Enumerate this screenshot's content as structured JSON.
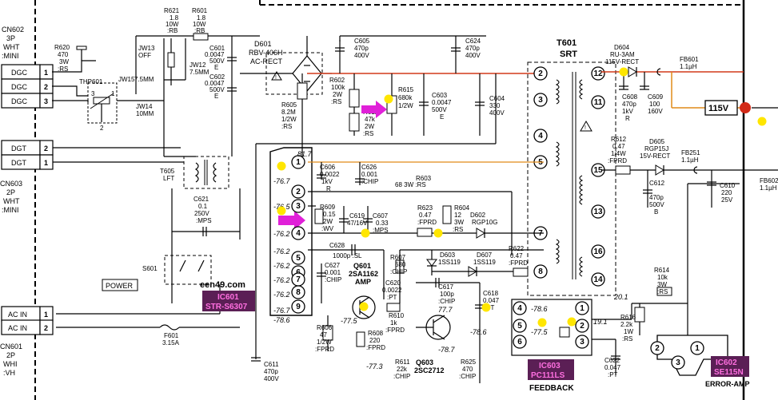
{
  "connectors": {
    "cn602": {
      "ref": "CN602",
      "pins": "3P",
      "color": "WHT",
      "type": ":MINI"
    },
    "cn603": {
      "ref": "CN603",
      "pins": "2P",
      "color": "WHT",
      "type": ":MINI"
    },
    "cn601": {
      "ref": "CN601",
      "pins": "2P",
      "color": "WHI",
      "type": ":VH"
    },
    "rows": [
      {
        "label": "DGC",
        "pin": "1"
      },
      {
        "label": "DGC",
        "pin": "2"
      },
      {
        "label": "DGC",
        "pin": "3"
      },
      {
        "label": "DGT",
        "pin": "2"
      },
      {
        "label": "DGT",
        "pin": "1"
      },
      {
        "label": "AC IN",
        "pin": "1"
      },
      {
        "label": "AC IN",
        "pin": "2"
      }
    ]
  },
  "components": {
    "r620": {
      "ref": "R620",
      "v1": "470",
      "v2": "3W",
      "v3": ":RS"
    },
    "thp601": {
      "ref": "THP601"
    },
    "jw13": {
      "ref": "JW13",
      "v1": "OFF"
    },
    "r621": {
      "ref": "R621",
      "v1": "1.8",
      "v2": "10W",
      "v3": ":RB"
    },
    "r601": {
      "ref": "R601",
      "v1": "1.8",
      "v2": "10W",
      "v3": ":RB"
    },
    "jw12": {
      "ref": "JW12",
      "v1": "7.5MM"
    },
    "jw15": {
      "ref": "JW15",
      "v1": "7.5MM"
    },
    "jw14": {
      "ref": "JW14",
      "v1": "10MM"
    },
    "c601": {
      "ref": "C601",
      "v1": "0.0047",
      "v2": "500V",
      "v3": "E"
    },
    "c602": {
      "ref": "C602",
      "v1": "0.0047",
      "v2": "500V",
      "v3": "E"
    },
    "d601": {
      "ref": "D601",
      "v1": "RBV-406H",
      "v2": "AC-RECT"
    },
    "c605": {
      "ref": "C605",
      "v1": "470p",
      "v2": "400V"
    },
    "c624": {
      "ref": "C624",
      "v1": "470p",
      "v2": "400V"
    },
    "r602": {
      "ref": "R602",
      "v1": "100k",
      "v2": "2W",
      "v3": ":RS"
    },
    "r605": {
      "ref": "R605",
      "v1": "8.2M",
      "v2": "1/2W",
      "v3": ":RS"
    },
    "r615": {
      "ref": "R615",
      "v1": "680k",
      "v2": "1/2W"
    },
    "r611": {
      "ref": "R611",
      "v1": "47k",
      "v2": "2W",
      "v3": ":RS"
    },
    "c603": {
      "ref": "C603",
      "v1": "0.0047",
      "v2": "500V",
      "v3": "E"
    },
    "c604": {
      "ref": "C604",
      "v1": "330",
      "v2": "400V"
    },
    "t601": {
      "ref": "T601",
      "v1": "SRT"
    },
    "d604": {
      "ref": "D604",
      "v1": "RU-3AM",
      "v2": "115V-RECT"
    },
    "c608": {
      "ref": "C608",
      "v1": "470p",
      "v2": "1kV",
      "v3": "R"
    },
    "c609": {
      "ref": "C609",
      "v1": "100",
      "v2": "160V"
    },
    "fb601": {
      "ref": "FB601",
      "v1": "1.1µH"
    },
    "out115": {
      "label": "115V"
    },
    "r612": {
      "ref": "R612",
      "v1": "0.47",
      "v2": "1/4W",
      "v3": ":FPRD"
    },
    "d605": {
      "ref": "D605",
      "v1": "RGP15J",
      "v2": "15V-RECT"
    },
    "fb251": {
      "ref": "FB251",
      "v1": "1.1µH"
    },
    "c612": {
      "ref": "C612",
      "v1": "470p",
      "v2": "500V",
      "v3": "B"
    },
    "c610": {
      "ref": "C610",
      "v1": "220",
      "v2": "25V"
    },
    "fb602": {
      "ref": "FB602",
      "v1": "1.1µH"
    },
    "t605": {
      "ref": "T605",
      "v1": "LFT"
    },
    "c621": {
      "ref": "C621",
      "v1": "0.1",
      "v2": "250V",
      "v3": ":MPS"
    },
    "s601": {
      "ref": "S601"
    },
    "power": {
      "label": "POWER"
    },
    "f601": {
      "ref": "F601",
      "v1": "3.15A"
    },
    "c606": {
      "ref": "C606",
      "v1": "0.0022",
      "v2": "1kV",
      "v3": "R"
    },
    "c626": {
      "ref": "C626",
      "v1": "0.001",
      "v2": ":CHIP"
    },
    "r603": {
      "ref": "R603",
      "v1": "68 3W :RS"
    },
    "r609": {
      "ref": "R609",
      "v1": "0.15",
      "v2": "2W",
      "v3": ":WV"
    },
    "c619": {
      "ref": "C619",
      "v1": "47/16V"
    },
    "c607": {
      "ref": "C607",
      "v1": "0.33",
      "v2": ":MPS"
    },
    "r623": {
      "ref": "R623",
      "v1": "0.47",
      "v2": ":FPRD"
    },
    "r604": {
      "ref": "R604",
      "v1": "12",
      "v2": "3W",
      "v3": ":RS"
    },
    "d602": {
      "ref": "D602",
      "v1": "RGP10G"
    },
    "c628": {
      "ref": "C628",
      "v1": "1000p :SL"
    },
    "c627": {
      "ref": "C627",
      "v1": "0.001",
      "v2": ":CHIP"
    },
    "q601": {
      "ref": "Q601",
      "v1": "2SA1162",
      "v2": "AMP"
    },
    "r607": {
      "ref": "R607",
      "v1": "680",
      "v2": ":CHIP"
    },
    "d603": {
      "ref": "D603",
      "v1": "1SS119"
    },
    "d607": {
      "ref": "D607",
      "v1": "1SS119"
    },
    "r622": {
      "ref": "R622",
      "v1": "0.47",
      "v2": ":FPRD"
    },
    "c617": {
      "ref": "C617",
      "v1": "100p",
      "v2": ":CHIP"
    },
    "c620": {
      "ref": "C620",
      "v1": "0.0022",
      "v2": ":PT"
    },
    "c618": {
      "ref": "C618",
      "v1": "0.047",
      "v2": ":PT"
    },
    "r610": {
      "ref": "R610",
      "v1": "1k",
      "v2": ":FPRD"
    },
    "r606": {
      "ref": "R606",
      "v1": "47",
      "v2": "1/2W",
      "v3": ":FPRD"
    },
    "r608": {
      "ref": "R608",
      "v1": "220",
      "v2": ":FPRD"
    },
    "r611b": {
      "ref": "R611",
      "v1": "22k",
      "v2": ":CHIP"
    },
    "q603": {
      "ref": "Q603",
      "v1": "2SC2712"
    },
    "r625": {
      "ref": "R625",
      "v1": "470",
      "v2": ":CHIP"
    },
    "c611": {
      "ref": "C611",
      "v1": "470p",
      "v2": "400V"
    },
    "r614": {
      "ref": "R614",
      "v1": "10k",
      "v2": "3W",
      "v3": ":RS"
    },
    "r616": {
      "ref": "R616",
      "v1": "2.2k",
      "v2": "1W",
      "v3": ":RS"
    },
    "c622": {
      "ref": "C622",
      "v1": "0.047",
      "v2": ":PT"
    }
  },
  "ics": {
    "ic601": {
      "line1": "IC601",
      "line2": "STR-S6307"
    },
    "ic603": {
      "line1": "IC603",
      "line2": "PC111LS",
      "caption": "FEEDBACK"
    },
    "ic602": {
      "line1": "IC602",
      "line2": "SE115N",
      "caption": "ERROR-AMP"
    }
  },
  "watermark": "een49.com",
  "ic601_pins": [
    "1",
    "2",
    "3",
    "4",
    "5",
    "6",
    "7",
    "8",
    "9"
  ],
  "ic601_voltages": [
    "81.7",
    "-76.7",
    "-76.5",
    "-76.2",
    "-76.2",
    "-76.2",
    "-76.2",
    "-76.2",
    "-76.7",
    "-78.6"
  ],
  "t601_pins": [
    "2",
    "3",
    "4",
    "5",
    "7",
    "8",
    "12",
    "11",
    "15",
    "13",
    "16",
    "14"
  ],
  "voltages": {
    "q601_base": "-77.5",
    "q601_col": "-77.3",
    "q603_c": "77.7",
    "q603_e": "-78.7",
    "q603_b": "-78.6",
    "ic603_a": "-78.6",
    "ic603_b": "-77.5",
    "ic603_c": "19.1",
    "v20": "20.1"
  },
  "ic603_pins": [
    "4",
    "5",
    "6",
    "1",
    "2",
    "3"
  ],
  "ic602_pins": [
    "2",
    "3",
    "1"
  ],
  "colors": {
    "marker_yellow": "#ffe600",
    "arrow_magenta": "#e020d8",
    "ic_badge": "#5b1f55",
    "ic_badge_text": "#ff6fe0",
    "wire_red": "#d23a1a",
    "wire_orange": "#e08a18",
    "node_red": "#d22a18"
  }
}
